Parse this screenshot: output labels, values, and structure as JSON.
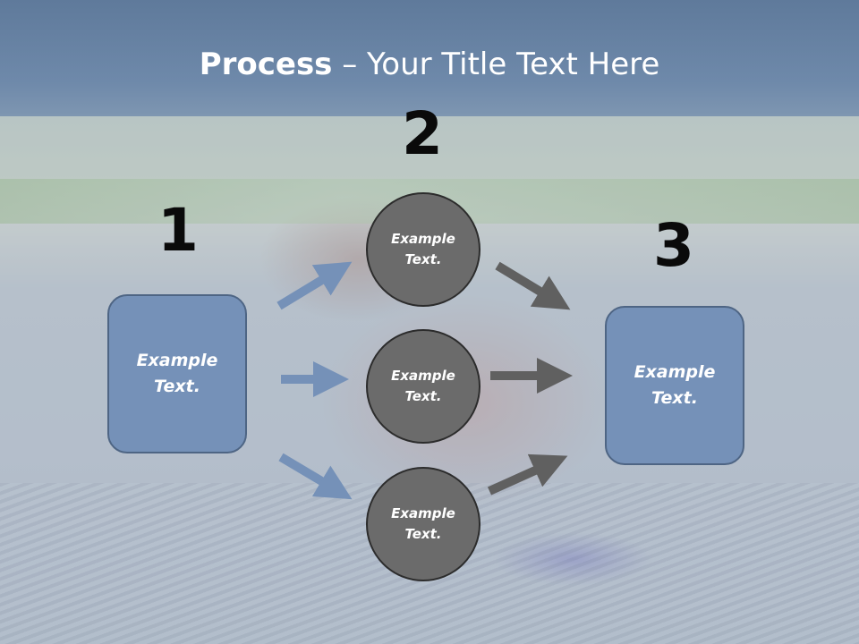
{
  "slide": {
    "title_strong": "Process",
    "title_rest": " – Your Title Text Here"
  },
  "diagram": {
    "step_numbers": [
      "1",
      "2",
      "3"
    ],
    "left_box": {
      "label": "Example\nText."
    },
    "right_box": {
      "label": "Example\nText."
    },
    "circles": [
      {
        "label": "Example\nText."
      },
      {
        "label": "Example\nText."
      },
      {
        "label": "Example\nText."
      }
    ]
  },
  "colors": {
    "box_fill": "#7591b8",
    "circle_fill": "#6b6b6b",
    "arrow_in": "#7591b8",
    "arrow_out": "#606060",
    "title_band": "#6e89aa"
  }
}
